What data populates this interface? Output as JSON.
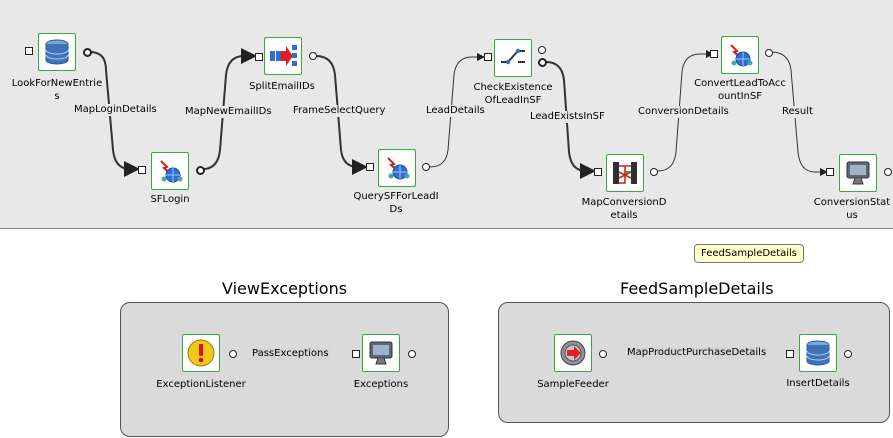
{
  "flow": {
    "nodes": {
      "look_for_new_entries": "LookForNewEntries",
      "sf_login": "SFLogin",
      "split_email_ids": "SplitEmailIDs",
      "query_sf_for_lead_ids": "QuerySFForLeadIDs",
      "check_existence": "CheckExistenceOfLeadInSF",
      "map_conversion_details": "MapConversionDetails",
      "convert_lead": "ConvertLeadToAccountInSF",
      "conversion_status": "ConversionStatus"
    },
    "edges": {
      "map_login_details": "MapLoginDetails",
      "map_new_email_ids": "MapNewEmailIDs",
      "frame_select_query": "FrameSelectQuery",
      "lead_details": "LeadDetails",
      "lead_exists_in_sf": "LeadExistsInSF",
      "conversion_details": "ConversionDetails",
      "result": "Result"
    }
  },
  "view_exceptions": {
    "title": "ViewExceptions",
    "nodes": {
      "exception_listener": "ExceptionListener",
      "exceptions": "Exceptions"
    },
    "edges": {
      "pass_exceptions": "PassExceptions"
    }
  },
  "feed_sample_details": {
    "title": "FeedSampleDetails",
    "tooltip": "FeedSampleDetails",
    "nodes": {
      "sample_feeder": "SampleFeeder",
      "insert_details": "InsertDetails"
    },
    "edges": {
      "map_product_purchase_details": "MapProductPurchaseDetails"
    }
  },
  "colors": {
    "canvas": "#e8e8e8",
    "node_border": "#3aa83a",
    "group_fill": "#dadada",
    "tooltip": "#ffffcc"
  },
  "icons": {
    "db": "database-icon",
    "login": "network-globe-icon",
    "split": "split-arrow-icon",
    "switch": "switch-icon",
    "map": "mapper-icon",
    "monitor": "monitor-icon",
    "warning": "warning-icon",
    "feeder": "feeder-icon"
  }
}
